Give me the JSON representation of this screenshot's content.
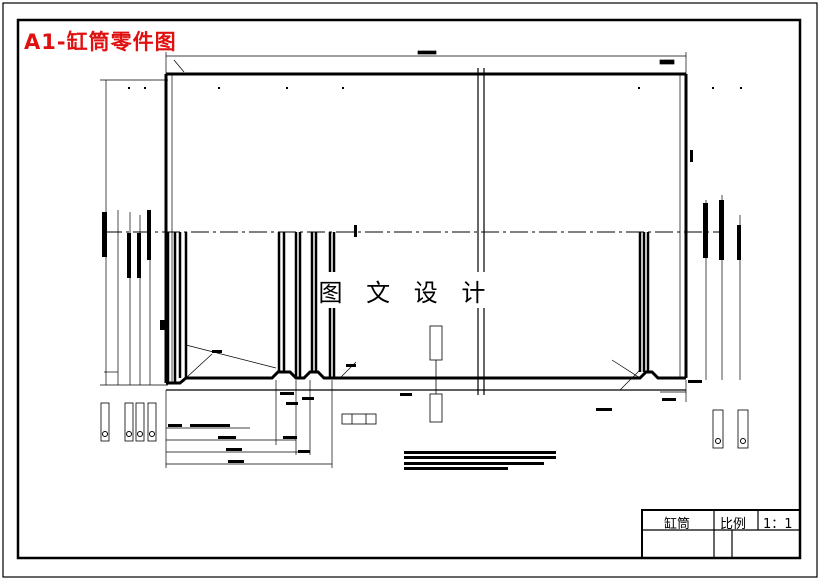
{
  "title": "A1-缸筒零件图",
  "watermark": "图 文 设 计",
  "title_block": {
    "part_name": "缸筒",
    "scale_label": "比例",
    "scale_value": "1：1"
  },
  "colors": {
    "title": "#e01010",
    "line": "#000000"
  }
}
